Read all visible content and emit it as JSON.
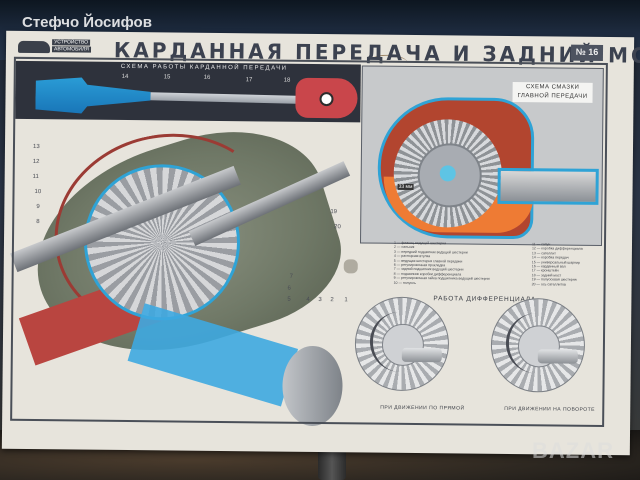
{
  "overlay": {
    "seller_watermark": "Стефчо Йосифов",
    "site_watermark": "BAZAR"
  },
  "poster": {
    "logo": {
      "line1": "УСТРОЙСТВО",
      "line2": "АВТОМОБИЛЯ"
    },
    "title": "КАРДАННАЯ ПЕРЕДАЧА И ЗАДНИЙ МОСТ",
    "sheet_number": "№ 16",
    "cardan_scheme": {
      "caption": "СХЕМА РАБОТЫ КАРДАННОЙ ПЕРЕДАЧИ",
      "callouts": [
        "14",
        "15",
        "16",
        "17",
        "18"
      ]
    },
    "lubrication_scheme": {
      "caption_line1": "СХЕМА СМАЗКИ",
      "caption_line2": "ГЛАВНОЙ ПЕРЕДАЧИ",
      "dimension_label": "33 мм"
    },
    "main_cutaway": {
      "callouts_left": [
        "13",
        "12",
        "11",
        "10",
        "9",
        "8"
      ],
      "callouts_right": [
        "19",
        "20"
      ],
      "callouts_bottom": [
        "7",
        "6",
        "5",
        "4",
        "3",
        "2",
        "1"
      ]
    },
    "legend": {
      "left_column": [
        "1 — фланец ведущей шестерни",
        "2 — сальник",
        "3 — передний подшипник ведущей шестерни",
        "4 — распорная втулка",
        "5 — ведущая шестерня главной передачи",
        "6 — регулировочная прокладка",
        "7 — задний подшипник ведущей шестерни",
        "8 — подшипник коробки дифференциала",
        "9 — регулировочная гайка подшипника ведущей шестерни",
        "10 — полуось"
      ],
      "right_column": [
        "11 — сапун",
        "12 — коробка дифференциала",
        "13 — сателлит",
        "14 — коробка передач",
        "15 — универсальный шарнир",
        "16 — карданный вал",
        "17 — кронштейн",
        "18 — задний мост",
        "19 — полуосевая шестерня",
        "20 — ось сателлитов"
      ]
    },
    "differential": {
      "title": "РАБОТА ДИФФЕРЕНЦИАЛА",
      "caption_straight": "ПРИ ДВИЖЕНИИ ПО ПРЯМОЙ",
      "caption_turn": "ПРИ ДВИЖЕНИИ НА ПОВОРОТЕ"
    }
  },
  "colors": {
    "poster_paper": "#e7e4dc",
    "title_ink": "#3c4250",
    "cutaway_blue": "#2fa3d6",
    "housing_red": "#b94540",
    "oil_orange": "#ee7b34",
    "scheme_panel": "#2e323c"
  }
}
